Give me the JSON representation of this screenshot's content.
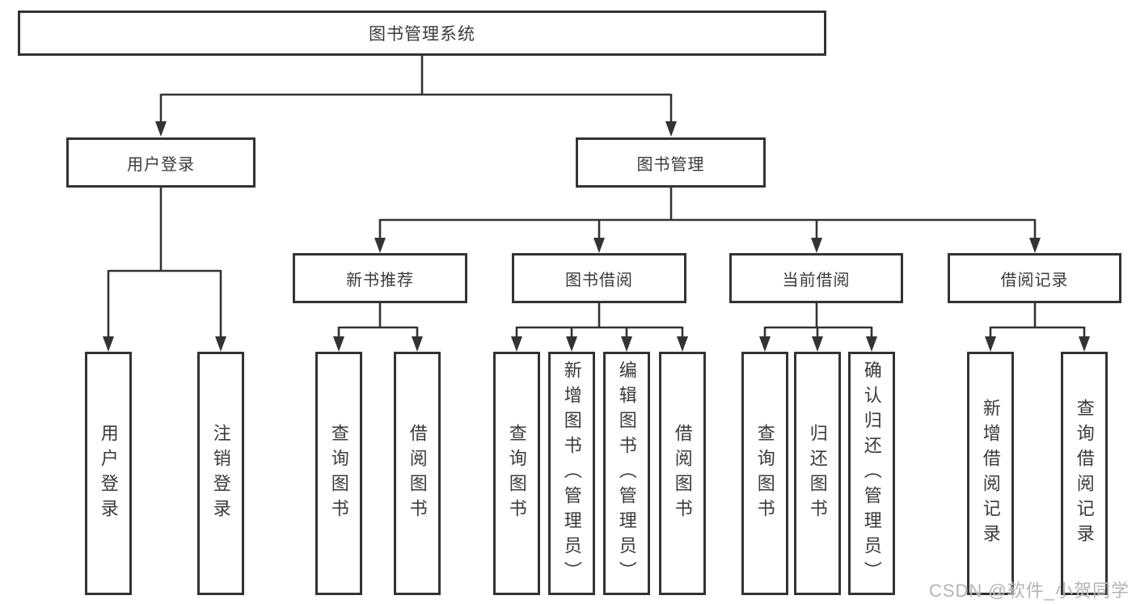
{
  "diagram": {
    "root": {
      "label": "图书管理系统"
    },
    "branches": [
      {
        "label": "用户登录",
        "children": [
          {
            "label": "用户登录"
          },
          {
            "label": "注销登录"
          }
        ]
      },
      {
        "label": "图书管理",
        "children": [
          {
            "label": "新书推荐",
            "children": [
              {
                "label": "查询图书"
              },
              {
                "label": "借阅图书"
              }
            ]
          },
          {
            "label": "图书借阅",
            "children": [
              {
                "label": "查询图书"
              },
              {
                "label": "新增图书（管理员）"
              },
              {
                "label": "编辑图书（管理员）"
              },
              {
                "label": "借阅图书"
              }
            ]
          },
          {
            "label": "当前借阅",
            "children": [
              {
                "label": "查询图书"
              },
              {
                "label": "归还图书"
              },
              {
                "label": "确认归还（管理员）"
              }
            ]
          },
          {
            "label": "借阅记录",
            "children": [
              {
                "label": "新增借阅记录"
              },
              {
                "label": "查询借阅记录"
              }
            ]
          }
        ]
      }
    ]
  },
  "watermark": {
    "text": "CSDN @软件_小贺同学"
  },
  "colors": {
    "line": "#333333",
    "box_border": "#333333",
    "text": "#3a3a3a",
    "watermark": "#b4b4b4",
    "background": "#ffffff"
  }
}
